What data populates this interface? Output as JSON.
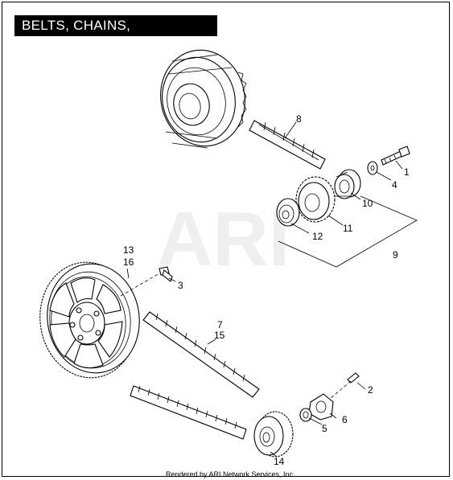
{
  "title": "BELTS, CHAINS, SPROCKETS",
  "watermark": "ARI",
  "footer": "Rendered by ARI Network Services, Inc.",
  "callouts": {
    "c1": "1",
    "c2": "2",
    "c3": "3",
    "c4": "4",
    "c5": "5",
    "c6": "6",
    "c7": "7",
    "c15": "15",
    "c8": "8",
    "c9": "9",
    "c10": "10",
    "c11": "11",
    "c12": "12",
    "c13": "13",
    "c16": "16",
    "c14": "14"
  }
}
